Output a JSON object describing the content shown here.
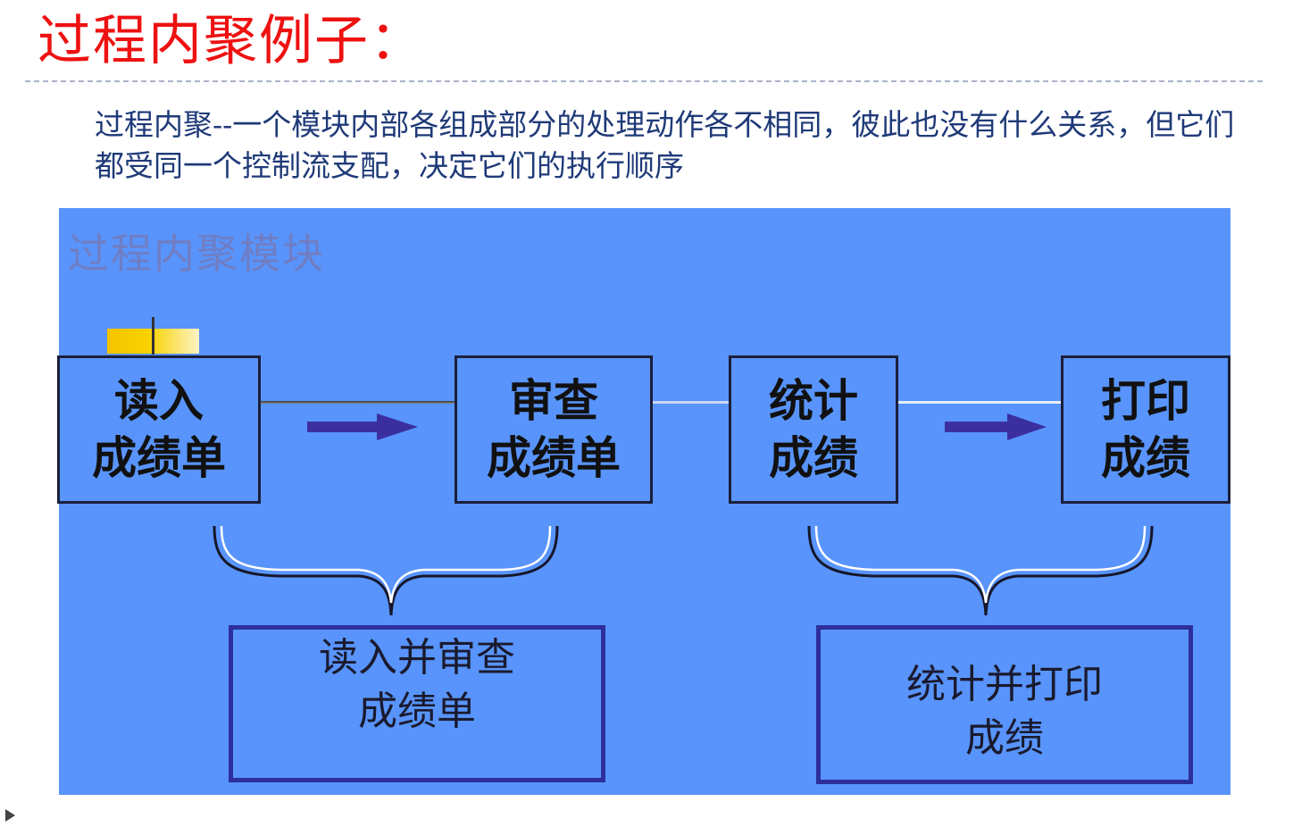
{
  "slide": {
    "title": "过程内聚例子：",
    "description": "过程内聚--一个模块内部各组成部分的处理动作各不相同，彼此也没有什么关系，但它们都受同一个控制流支配，决定它们的执行顺序"
  },
  "diagram": {
    "heading": "过程内聚模块",
    "steps": [
      {
        "line1": "读入",
        "line2": "成绩单"
      },
      {
        "line1": "审查",
        "line2": "成绩单"
      },
      {
        "line1": "统计",
        "line2": "成绩"
      },
      {
        "line1": "打印",
        "line2": "成绩"
      }
    ],
    "groups": [
      {
        "line1": "读入并审查",
        "line2": "成绩单"
      },
      {
        "line1": "统计并打印",
        "line2": "成绩"
      }
    ]
  },
  "colors": {
    "title": "#ee1111",
    "diagram_background": "#5894fb",
    "arrow": "#3b2fa0",
    "result_border": "#2d2f9c"
  },
  "icons": [
    "flow-arrow-icon",
    "brace-icon",
    "slide-bullet-icon"
  ]
}
